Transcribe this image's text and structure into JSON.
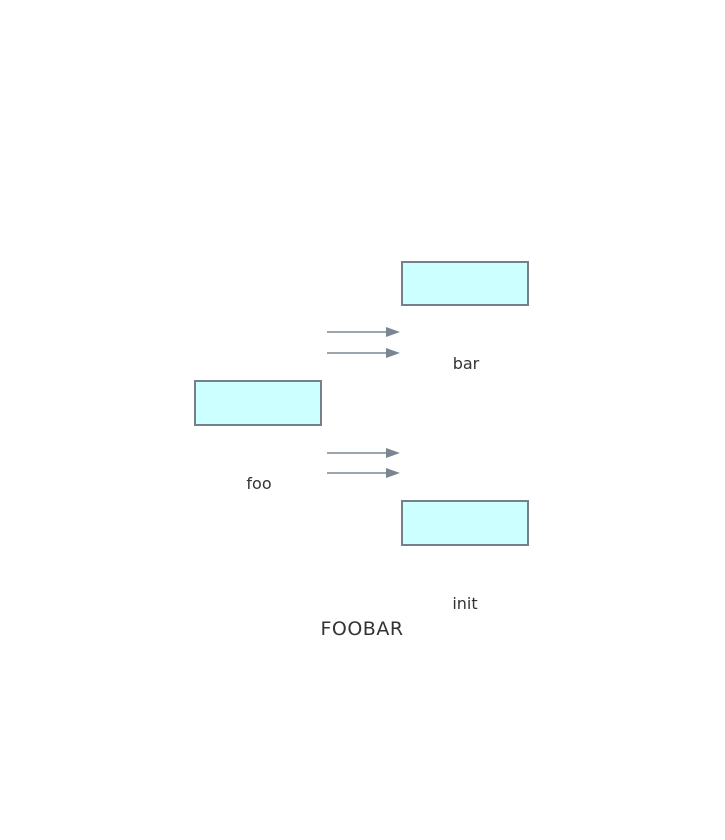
{
  "diagram": {
    "title": "FOOBAR",
    "nodes": {
      "foo": {
        "label": "foo"
      },
      "bar": {
        "label": "bar"
      },
      "init": {
        "label": "init"
      }
    },
    "edges": [
      {
        "from": "foo",
        "to": "bar"
      },
      {
        "from": "foo",
        "to": "bar"
      },
      {
        "from": "foo",
        "to": "init"
      },
      {
        "from": "foo",
        "to": "init"
      }
    ],
    "colors": {
      "node_fill": "#ccffff",
      "node_stroke": "#778088",
      "arrow": "#7a8793",
      "text": "#333333"
    }
  }
}
